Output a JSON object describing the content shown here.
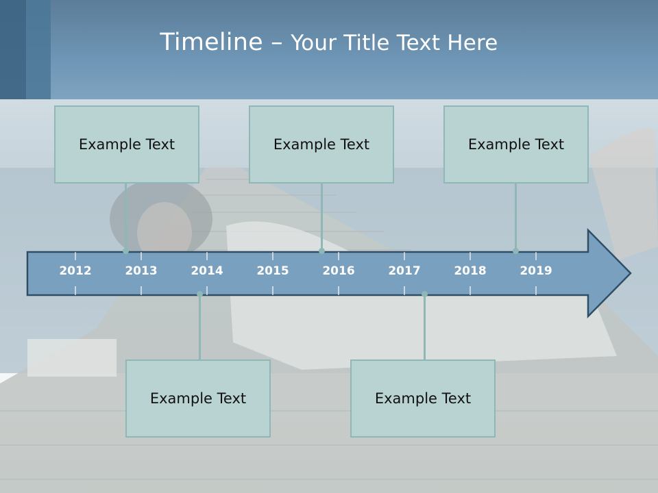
{
  "slide": {
    "title_main": "Timeline – ",
    "title_sub": "Your Title Text Here"
  },
  "timeline": {
    "years": [
      "2012",
      "2013",
      "2014",
      "2015",
      "2016",
      "2017",
      "2018",
      "2019"
    ],
    "top_boxes": [
      {
        "text": "Example Text"
      },
      {
        "text": "Example Text"
      },
      {
        "text": "Example Text"
      }
    ],
    "bottom_boxes": [
      {
        "text": "Example Text"
      },
      {
        "text": "Example Text"
      }
    ]
  },
  "colors": {
    "header": "#6f96b6",
    "arrow_fill": "#7aa0c0",
    "arrow_stroke": "#2f4e66",
    "box_fill": "#b9d3d3",
    "box_border": "#8fb7b6"
  },
  "background_photo": "woman-reading-on-pier-photo"
}
